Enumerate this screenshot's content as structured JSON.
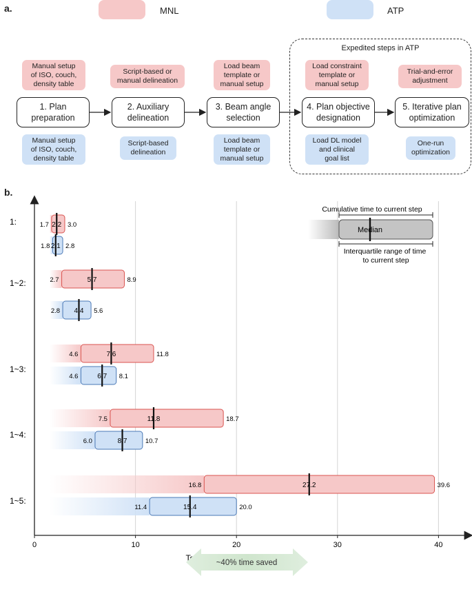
{
  "panel_a": {
    "label": "a.",
    "legend": [
      {
        "label": "MNL",
        "color": "#f6c8c8"
      },
      {
        "label": "ATP",
        "color": "#cfe1f6"
      }
    ],
    "expedited_label": "Expedited steps in ATP",
    "steps": [
      {
        "label": "1. Plan\npreparation",
        "mnl": "Manual setup\nof ISO, couch,\ndensity table",
        "atp": "Manual setup\nof ISO, couch,\ndensity table"
      },
      {
        "label": "2. Auxiliary\ndelineation",
        "mnl": "Script-based or\nmanual delineation",
        "atp": "Script-based\ndelineation"
      },
      {
        "label": "3. Beam angle\nselection",
        "mnl": "Load beam\ntemplate or\nmanual setup",
        "atp": "Load beam\ntemplate or\nmanual setup"
      },
      {
        "label": "4. Plan objective\ndesignation",
        "mnl": "Load constraint\ntemplate or\nmanual setup",
        "atp": "Load DL model\nand clinical\ngoal list"
      },
      {
        "label": "5. Iterative plan\noptimization",
        "mnl": "Trial-and-error\nadjustment",
        "atp": "One-run\noptimization"
      }
    ]
  },
  "panel_b": {
    "label": "b.",
    "savings_label": "~40% time saved",
    "legend_box": {
      "top": "Cumulative time to current step",
      "median": "Median",
      "bottom": "Interquartile range of time\nto current step"
    }
  },
  "chart_data": {
    "type": "box",
    "xlabel": "Total planning time (minute)",
    "xlim": [
      0,
      43
    ],
    "xticks": [
      0,
      10,
      20,
      30,
      40
    ],
    "grid": "vertical",
    "colors": {
      "MNL": "#f6c8c8",
      "ATP": "#cfe1f6",
      "MNL_edge": "#d9534f",
      "ATP_edge": "#4a78b5"
    },
    "categories": [
      "1:",
      "1~2:",
      "1~3:",
      "1~4:",
      "1~5:"
    ],
    "series": [
      {
        "name": "MNL",
        "q1": [
          1.7,
          2.7,
          4.6,
          7.5,
          16.8
        ],
        "median": [
          2.2,
          5.7,
          7.6,
          11.8,
          27.2
        ],
        "q3": [
          3.0,
          8.9,
          11.8,
          18.7,
          39.6
        ]
      },
      {
        "name": "ATP",
        "q1": [
          1.8,
          2.8,
          4.6,
          6.0,
          11.4
        ],
        "median": [
          2.1,
          4.4,
          6.7,
          8.7,
          15.4
        ],
        "q3": [
          2.8,
          5.6,
          8.1,
          10.7,
          20.0
        ]
      }
    ]
  }
}
